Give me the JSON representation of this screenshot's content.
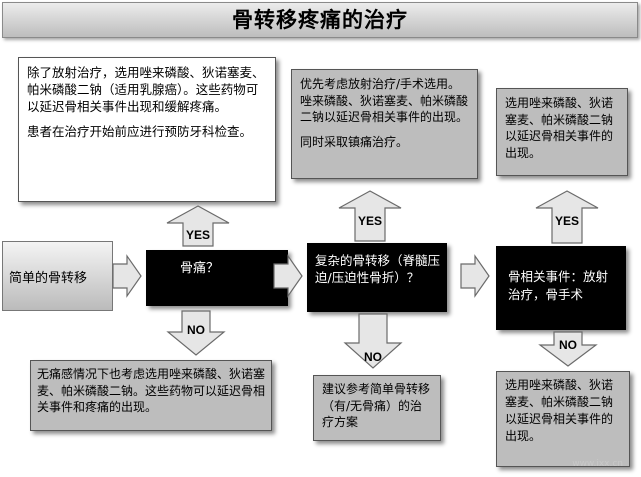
{
  "title": "骨转移疼痛的治疗",
  "start_node": "简单的骨转移",
  "decision_1": "骨痛？",
  "decision_2": "复杂的骨转移（脊髓压迫/压迫性骨折）？",
  "event_box": "骨相关事件：放射治疗，骨手术",
  "note_top_left_p1": "除了放射治疗，选用唑来磷酸、狄诺塞麦、帕米磷酸二钠（适用乳腺癌）。这些药物可以延迟骨相关事件出现和缓解疼痛。",
  "note_top_left_p2": "患者在治疗开始前应进行预防牙科检查。",
  "note_top_mid_p1": "优先考虑放射治疗/手术选用。唑来磷酸、狄诺塞麦、帕米磷酸二钠以延迟骨相关事件的出现。",
  "note_top_mid_p2": "同时采取镇痛治疗。",
  "note_top_right": "选用唑来磷酸、狄诺塞麦、帕米磷酸二钠以延迟骨相关事件的出现。",
  "note_bottom_left": "无痛感情况下也考虑选用唑来磷酸、狄诺塞麦、帕米磷酸二钠。这些药物可以延迟骨相关事件和疼痛的出现。",
  "note_bottom_mid": "建议参考简单骨转移（有/无骨痛）的治疗方案",
  "note_bottom_right": "选用唑来磷酸、狄诺塞麦、帕米磷酸二钠以延迟骨相关事件的出现。",
  "yes_label": "YES",
  "no_label": "NO",
  "watermark": "www.ixx.cn",
  "colors": {
    "dark_box": "#000000",
    "gray_note": "#bdbdbd",
    "arrow_fill": "#e6e6e6",
    "arrow_stroke": "#6a6a6a"
  }
}
